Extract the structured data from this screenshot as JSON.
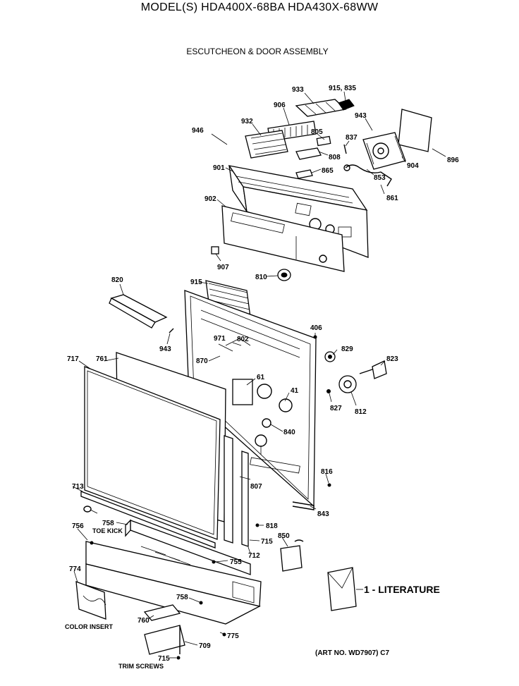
{
  "header": {
    "title": "MODEL(S) HDA400X-68BA  HDA430X-68WW",
    "subtitle": "ESCUTCHEON & DOOR ASSEMBLY"
  },
  "parts": {
    "p933": "933",
    "p915": "915, 835",
    "p906": "906",
    "p943a": "943",
    "p932": "932",
    "p946": "946",
    "p805": "805",
    "p837": "837",
    "p896": "896",
    "p808": "808",
    "p901": "901",
    "p865": "865",
    "p904": "904",
    "p853": "853",
    "p861": "861",
    "p902": "902",
    "p907": "907",
    "p810": "810",
    "p820": "820",
    "p915b": "915",
    "p406": "406",
    "p943b": "943",
    "p971": "971",
    "p802": "802",
    "p829": "829",
    "p823": "823",
    "p870": "870",
    "p717": "717",
    "p761": "761",
    "p61": "61",
    "p41": "41",
    "p827": "827",
    "p812": "812",
    "p840": "840",
    "p816": "816",
    "p713": "713",
    "p807": "807",
    "p843": "843",
    "p758a": "758",
    "p756a": "756",
    "p818": "818",
    "p850": "850",
    "p715a": "715",
    "p712": "712",
    "p755": "755",
    "p774": "774",
    "p758b": "758",
    "p760": "760",
    "p775": "775",
    "p709": "709",
    "p715b": "715"
  },
  "captions": {
    "toe_kick": "TOE KICK",
    "color_insert": "COLOR INSERT",
    "trim_screws": "TRIM SCREWS",
    "literature": "1 - LITERATURE",
    "art_no": "(ART NO. WD7907)  C7"
  }
}
